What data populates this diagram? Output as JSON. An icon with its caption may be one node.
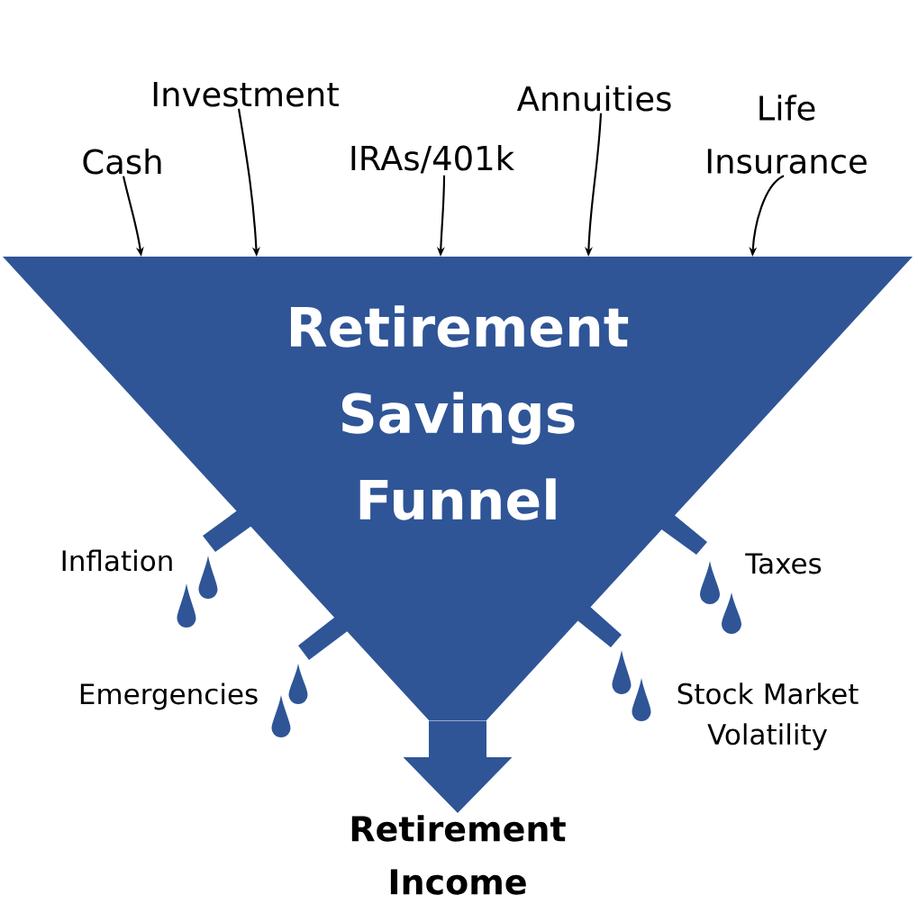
{
  "diagram": {
    "nodes": [
      {
        "text": [
          "Cash"
        ]
      },
      {
        "text": [
          "Investment"
        ]
      },
      {
        "text": [
          "IRAs/401k"
        ]
      },
      {
        "text": [
          "Annuities"
        ]
      },
      {
        "text": [
          "Life Insurance"
        ]
      },
      {
        "text": [
          "Retirement Savings Funnel"
        ]
      },
      {
        "text": [
          "Retirement Income"
        ]
      }
    ],
    "edges": [
      {
        "from": 0,
        "to": 5,
        "arrow": "to"
      },
      {
        "from": 1,
        "to": 5,
        "arrow": "to"
      },
      {
        "from": 2,
        "to": 5,
        "arrow": "to"
      },
      {
        "from": 3,
        "to": 5,
        "arrow": "to"
      },
      {
        "from": 4,
        "to": 5,
        "arrow": "to"
      },
      {
        "from": 5,
        "to": 6,
        "arrow": "to",
        "style": "thick",
        "color": "#2f5597"
      }
    ],
    "labels": [
      "Inflation",
      "Taxes",
      "Emergencies",
      "Stock Market Volatility"
    ]
  }
}
